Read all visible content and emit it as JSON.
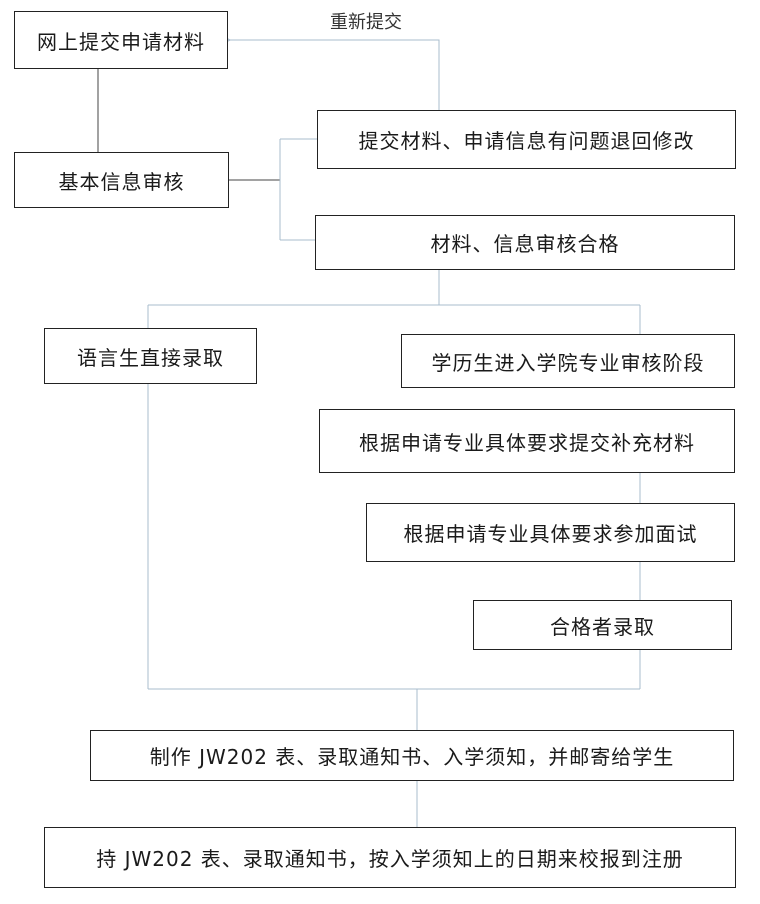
{
  "nodes": {
    "online_submit": "网上提交申请材料",
    "basic_review": "基本信息审核",
    "problem_return": "提交材料、申请信息有问题退回修改",
    "review_pass": "材料、信息审核合格",
    "language_admit": "语言生直接录取",
    "degree_stage": "学历生进入学院专业审核阶段",
    "supplement": "根据申请专业具体要求提交补充材料",
    "interview": "根据申请专业具体要求参加面试",
    "qualified_admit": "合格者录取",
    "prepare_docs": "制作 JW202 表、录取通知书、入学须知，并邮寄给学生",
    "register": "持 JW202 表、录取通知书，按入学须知上的日期来校报到注册"
  },
  "edge_labels": {
    "resubmit": "重新提交"
  },
  "colors": {
    "box_border": "#222222",
    "connector": "#a9bccd",
    "text": "#1a1a1a"
  }
}
